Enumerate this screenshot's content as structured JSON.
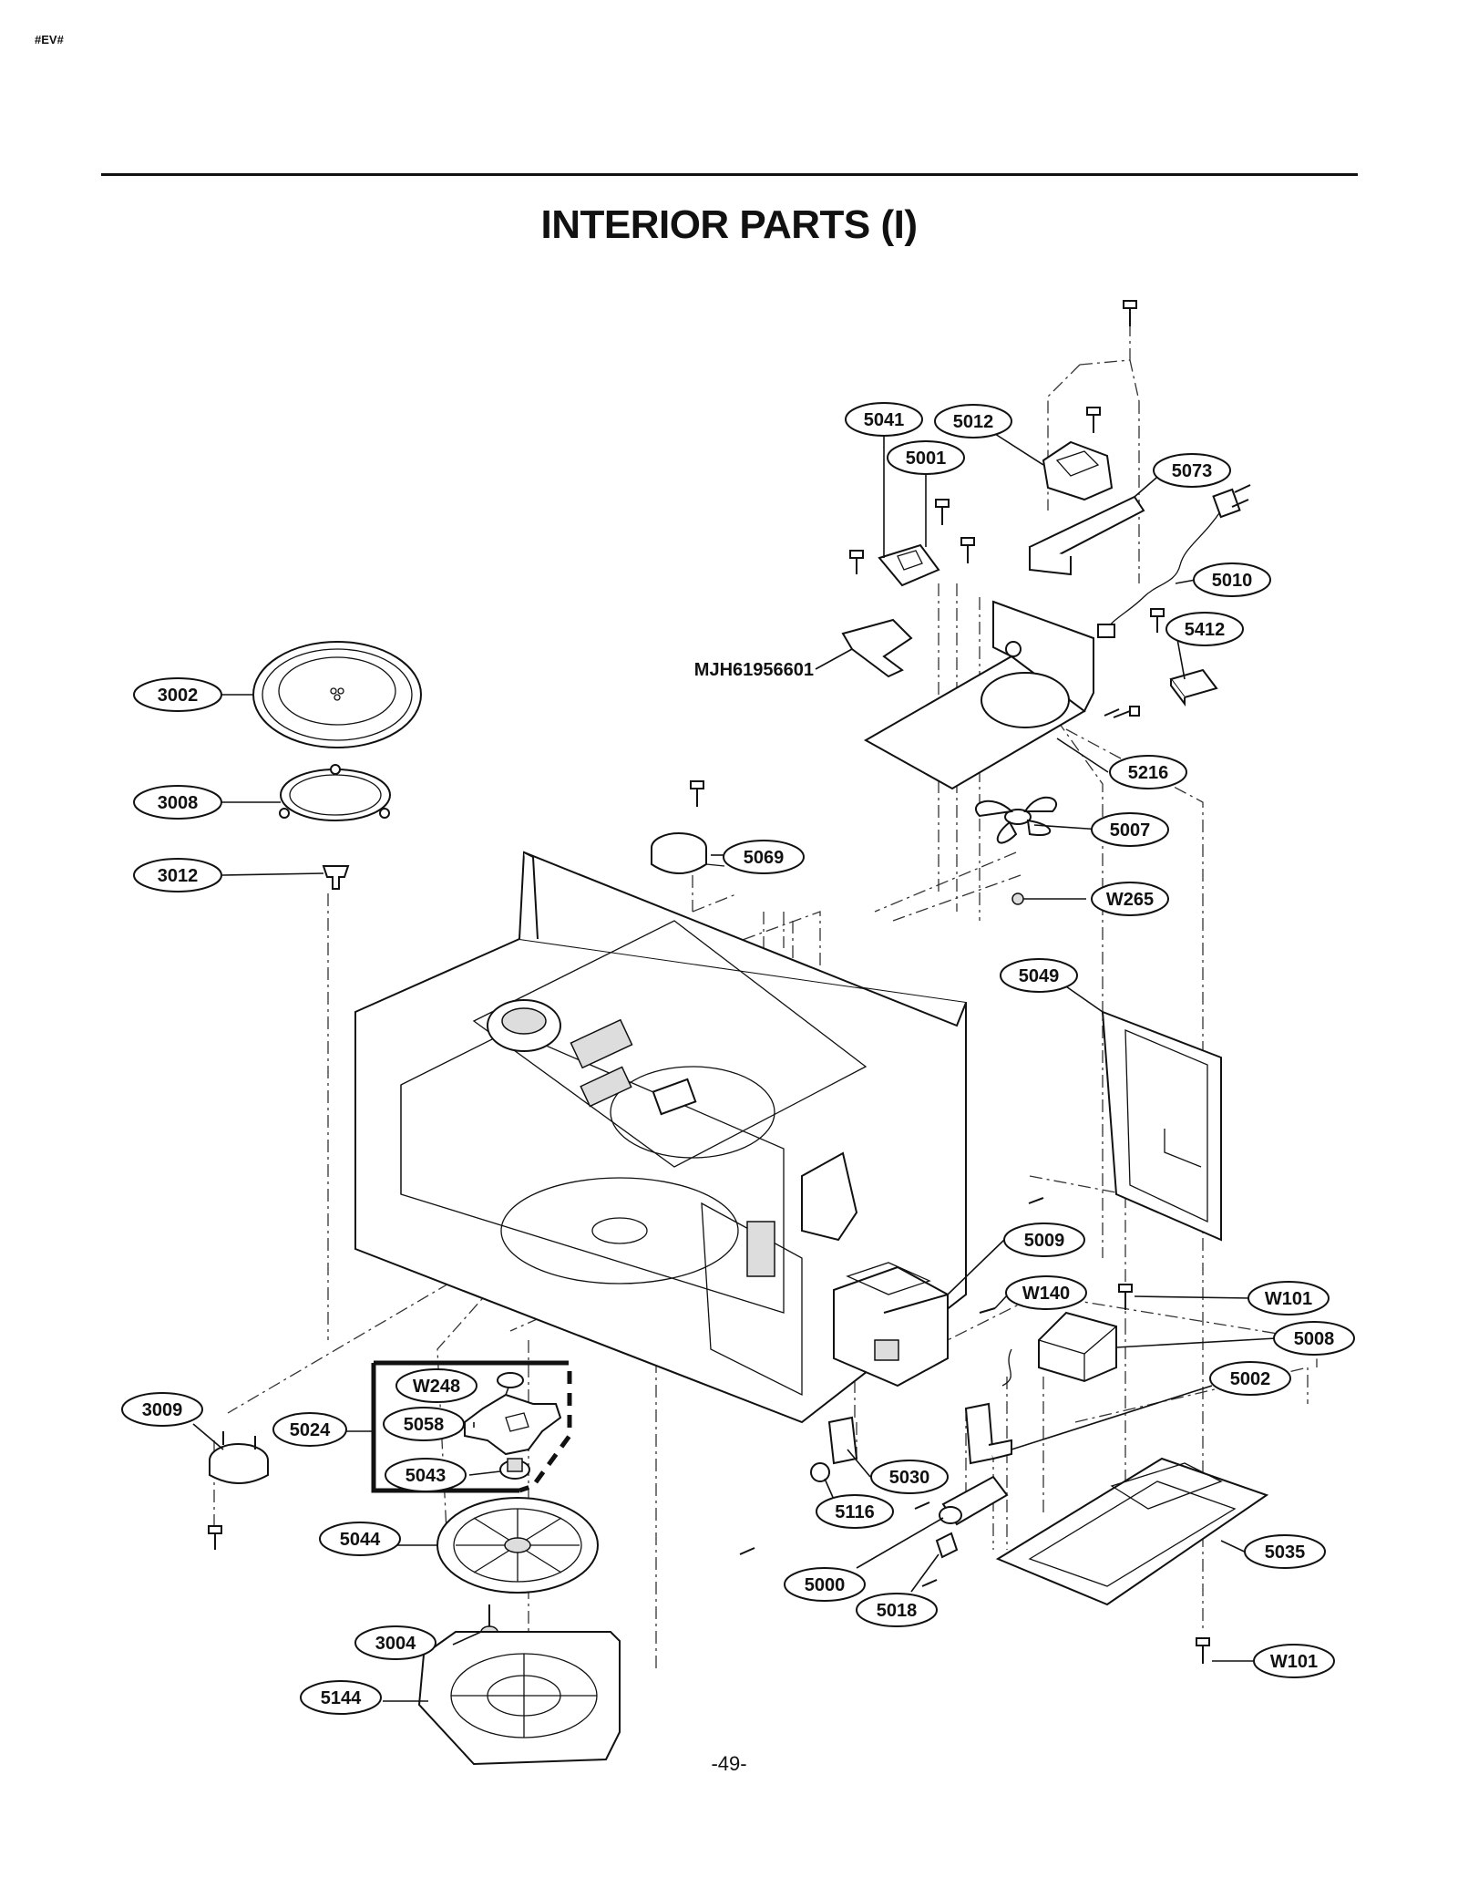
{
  "page": {
    "code": "#EV#",
    "title": "INTERIOR PARTS (I)",
    "page_number": "-49-"
  },
  "callouts": [
    {
      "id": "5041",
      "label": "5041"
    },
    {
      "id": "5012",
      "label": "5012"
    },
    {
      "id": "5001",
      "label": "5001"
    },
    {
      "id": "5073",
      "label": "5073"
    },
    {
      "id": "5010",
      "label": "5010"
    },
    {
      "id": "5412",
      "label": "5412"
    },
    {
      "id": "mjh",
      "label": "MJH61956601"
    },
    {
      "id": "3002",
      "label": "3002"
    },
    {
      "id": "5216",
      "label": "5216"
    },
    {
      "id": "3008",
      "label": "3008"
    },
    {
      "id": "5007",
      "label": "5007"
    },
    {
      "id": "5069",
      "label": "5069"
    },
    {
      "id": "3012",
      "label": "3012"
    },
    {
      "id": "w265",
      "label": "W265"
    },
    {
      "id": "5049",
      "label": "5049"
    },
    {
      "id": "5009",
      "label": "5009"
    },
    {
      "id": "w140",
      "label": "W140"
    },
    {
      "id": "w101a",
      "label": "W101"
    },
    {
      "id": "5008",
      "label": "5008"
    },
    {
      "id": "w248",
      "label": "W248"
    },
    {
      "id": "5002",
      "label": "5002"
    },
    {
      "id": "3009",
      "label": "3009"
    },
    {
      "id": "5058",
      "label": "5058"
    },
    {
      "id": "5024",
      "label": "5024"
    },
    {
      "id": "5030",
      "label": "5030"
    },
    {
      "id": "5043",
      "label": "5043"
    },
    {
      "id": "5116",
      "label": "5116"
    },
    {
      "id": "5044",
      "label": "5044"
    },
    {
      "id": "5035",
      "label": "5035"
    },
    {
      "id": "5000",
      "label": "5000"
    },
    {
      "id": "5018",
      "label": "5018"
    },
    {
      "id": "3004",
      "label": "3004"
    },
    {
      "id": "w101b",
      "label": "W101"
    },
    {
      "id": "5144",
      "label": "5144"
    }
  ]
}
